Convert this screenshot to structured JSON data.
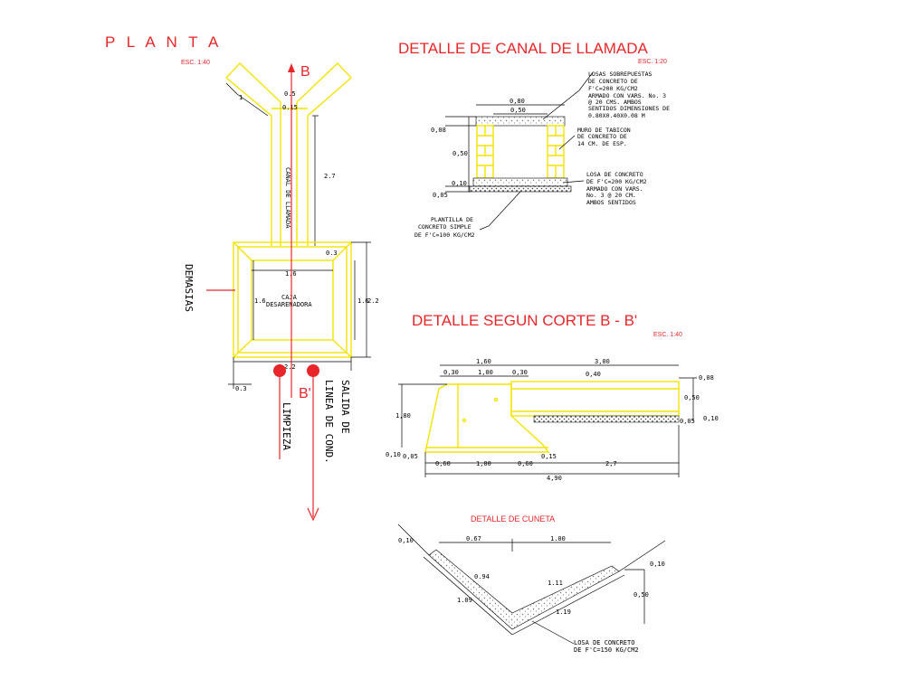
{
  "titles": {
    "planta": "P L A N T A",
    "canal": "DETALLE DE CANAL DE LLAMADA",
    "corte": "DETALLE SEGUN CORTE B - B'",
    "cuneta": "DETALLE DE CUNETA"
  },
  "scales": {
    "planta": "ESC. 1:40",
    "canal": "ESC. 1:20",
    "corte": "ESC. 1:40"
  },
  "planta": {
    "section_b": "B",
    "section_b2": "B'",
    "canal_label": "CANAL DE LLAMADA",
    "caja_line1": "CAJA",
    "caja_line2": "DESARENADORA",
    "demasias": "DEMASIAS",
    "limpieza": "LIMPIEZA",
    "salida_line1": "SALIDA DE",
    "salida_line2": "LINEA DE COND.",
    "dims": {
      "d1": "1",
      "d05": "0.5",
      "d015": "0.15",
      "d27": "2.7",
      "d03a": "0.3",
      "d16a": "1.6",
      "d16b": "1.6",
      "d16c": "1.6",
      "d22a": "2.2",
      "d22b": "2.2",
      "d03b": "0.3"
    }
  },
  "canal": {
    "d080": "0,80",
    "d050a": "0,50",
    "d008": "0,08",
    "d050b": "0,50",
    "d010": "0,10",
    "d005": "0,05",
    "note_losas": [
      "LOSAS SOBREPUESTAS",
      "DE CONCRETO DE",
      "F'C=200 KG/CM2",
      "ARMADO CON VARS. No. 3",
      "@ 20 CMS. AMBOS",
      "SENTIDOS DIMENSIONES DE",
      "0.80X0.40X0.08 M"
    ],
    "note_muro": [
      "MURO DE TABICON",
      "DE CONCRETO DE",
      "14 CM. DE ESP."
    ],
    "note_losa": [
      "LOSA DE CONCRETO",
      "DE F'C=200 KG/CM2",
      "ARMADO CON VARS.",
      "No. 3 @ 20 CM.",
      "AMBOS SENTIDOS"
    ],
    "note_plantilla": [
      "PLANTILLA DE",
      "CONCRETO SIMPLE",
      "DE F'C=100 KG/CM2"
    ]
  },
  "corte": {
    "d160": "1,60",
    "d300": "3,00",
    "d030a": "0,30",
    "d100a": "1,00",
    "d030b": "0,30",
    "d040": "0,40",
    "d008": "0,08",
    "d050": "0,50",
    "d005": "0,05",
    "d010a": "0,10",
    "d180": "1,80",
    "d010b": "0,10",
    "d005b": "0,05",
    "d060a": "0,60",
    "d100b": "1,00",
    "d060b": "0,60",
    "d015": "0,15",
    "d27": "2,7",
    "d490": "4,90"
  },
  "cuneta": {
    "d010a": "0,10",
    "d067": "0.67",
    "d100": "1.00",
    "d094": "0.94",
    "d111": "1.11",
    "d010b": "0,10",
    "d050": "0,50",
    "d109": "1.09",
    "d119": "1.19",
    "note": [
      "LOSA DE CONCRETO",
      "DE F'C=150 KG/CM2"
    ]
  }
}
